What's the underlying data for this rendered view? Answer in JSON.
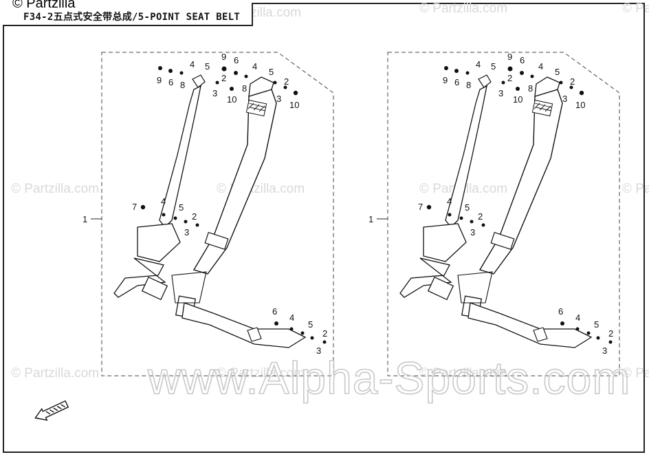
{
  "header": {
    "logo_text": "© Partzilla",
    "title": "F34-2五点式安全带总成/5-POINT SEAT BELT"
  },
  "watermarks": {
    "small": "© Partzilla.com",
    "large": "www.Alpha-Sports.com"
  },
  "callouts": {
    "left": {
      "assembly": "1",
      "top_left_cluster": [
        "9",
        "6",
        "8",
        "4",
        "5",
        "3",
        "2",
        "10"
      ],
      "top_right_cluster": [
        "9",
        "6",
        "8",
        "4",
        "5",
        "3",
        "2",
        "10"
      ],
      "middle_cluster": [
        "7",
        "4",
        "5",
        "2",
        "3"
      ],
      "bottom_cluster": [
        "6",
        "4",
        "5",
        "2",
        "3"
      ]
    },
    "right": {
      "assembly": "1",
      "top_left_cluster": [
        "9",
        "6",
        "8",
        "4",
        "5",
        "3",
        "2",
        "10"
      ],
      "top_right_cluster": [
        "9",
        "6",
        "8",
        "4",
        "5",
        "3",
        "2",
        "10"
      ],
      "middle_cluster": [
        "7",
        "4",
        "5",
        "2",
        "3"
      ],
      "bottom_cluster": [
        "6",
        "4",
        "5",
        "2",
        "3"
      ]
    }
  },
  "direction_arrow": {
    "icon": "front-arrow-icon"
  }
}
